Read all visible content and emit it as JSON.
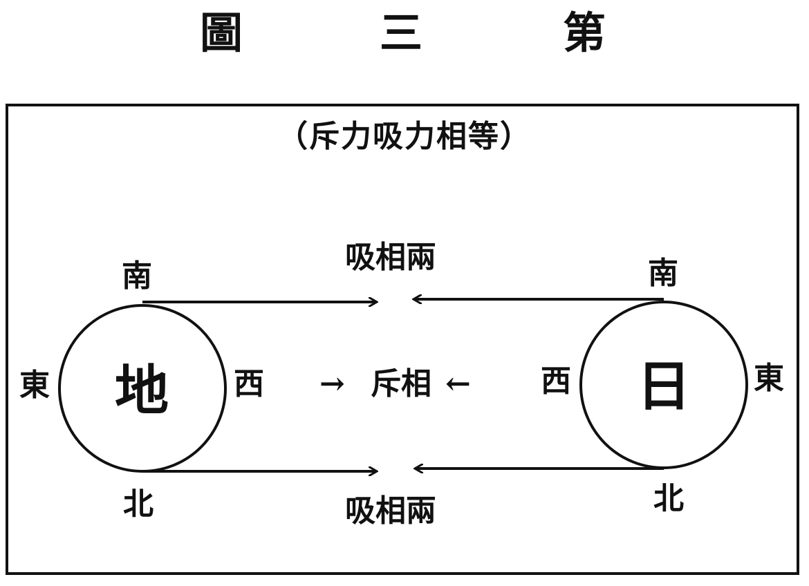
{
  "figure_title": {
    "char_1": "第",
    "char_2": "三",
    "char_3": "圖"
  },
  "subtitle": "（斥力吸力相等）",
  "earth": {
    "label": "地",
    "north": "南",
    "south": "北",
    "east": "東",
    "west": "西"
  },
  "sun": {
    "label": "日",
    "north": "南",
    "south": "北",
    "east": "東",
    "west": "西"
  },
  "top_relation": "吸相兩",
  "middle_relation": "斥相",
  "bottom_relation": "吸相兩",
  "arrow_right": "→",
  "arrow_left": "←"
}
